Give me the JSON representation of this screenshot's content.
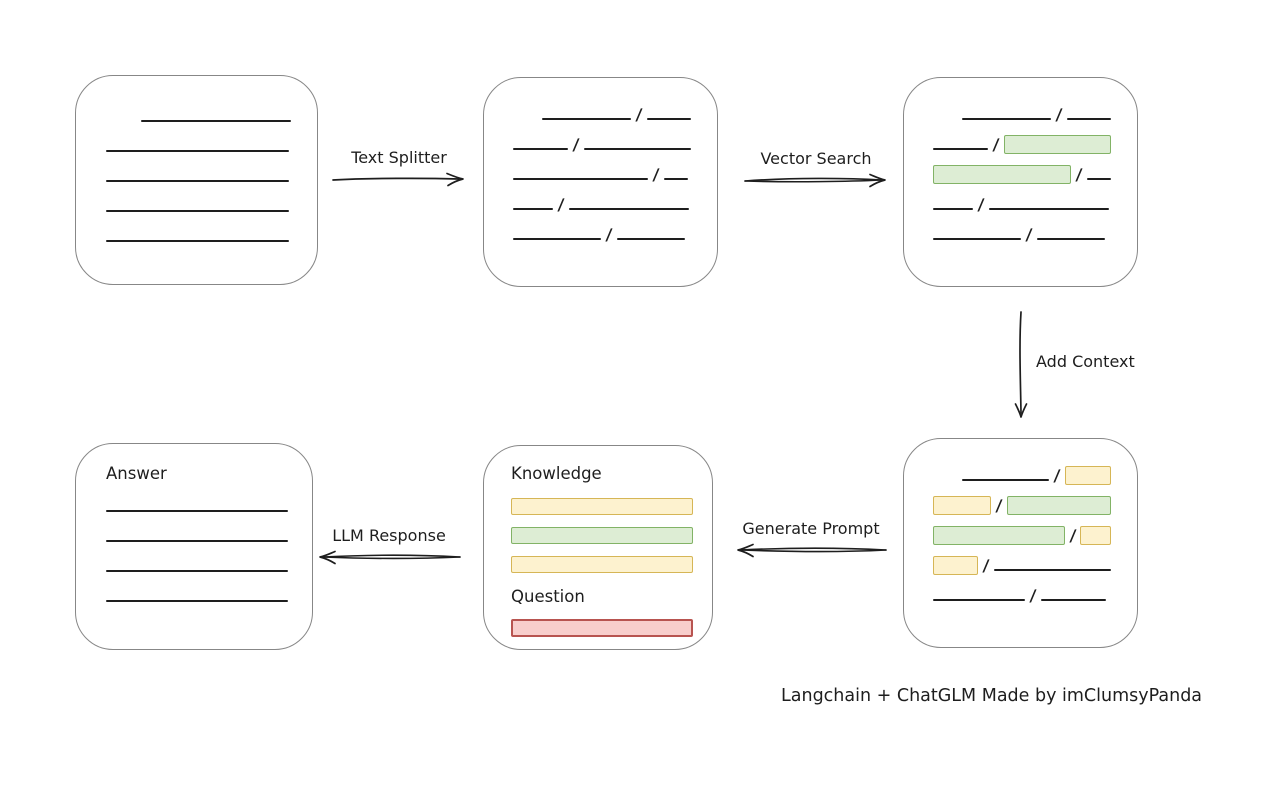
{
  "caption": "Langchain + ChatGLM Made by imClumsyPanda",
  "slash": "/",
  "colors": {
    "line": "#1e1e1e",
    "box_border": "#878787",
    "green_fill": "#ddedd4",
    "green_stroke": "#82b366",
    "yellow_fill": "#fdf2cf",
    "yellow_stroke": "#d6b656",
    "red_fill": "#f8cecc",
    "red_stroke": "#b85450"
  },
  "arrows": [
    {
      "id": "text-splitter",
      "label": "Text Splitter",
      "direction": "right"
    },
    {
      "id": "vector-search",
      "label": "Vector Search",
      "direction": "right"
    },
    {
      "id": "add-context",
      "label": "Add Context",
      "direction": "down"
    },
    {
      "id": "generate-prompt",
      "label": "Generate Prompt",
      "direction": "left"
    },
    {
      "id": "llm-response",
      "label": "LLM Response",
      "direction": "left"
    }
  ],
  "boxes": {
    "document": {
      "lines": [
        {
          "w": 150,
          "align": "right"
        },
        {
          "w": 183
        },
        {
          "w": 183
        },
        {
          "w": 183
        },
        {
          "w": 183
        }
      ]
    },
    "chunks": {
      "rows": [
        {
          "indent": 29,
          "segments": [
            {
              "kind": "line",
              "w": 90
            },
            {
              "kind": "line",
              "w": 45
            }
          ]
        },
        {
          "segments": [
            {
              "kind": "line",
              "w": 55
            },
            {
              "kind": "line",
              "w": 107
            }
          ]
        },
        {
          "segments": [
            {
              "kind": "line",
              "w": 135
            },
            {
              "kind": "line",
              "w": 24
            }
          ]
        },
        {
          "segments": [
            {
              "kind": "line",
              "w": 40
            },
            {
              "kind": "line",
              "w": 120
            }
          ]
        },
        {
          "segments": [
            {
              "kind": "line",
              "w": 88
            },
            {
              "kind": "line",
              "w": 68
            }
          ]
        }
      ]
    },
    "retrieved": {
      "rows": [
        {
          "indent": 29,
          "segments": [
            {
              "kind": "line",
              "w": 90
            },
            {
              "kind": "line",
              "w": 45
            }
          ]
        },
        {
          "segments": [
            {
              "kind": "line",
              "w": 55
            },
            {
              "kind": "bar",
              "color": "green",
              "w": 107
            }
          ]
        },
        {
          "segments": [
            {
              "kind": "bar",
              "color": "green",
              "w": 138
            },
            {
              "kind": "line",
              "w": 24
            }
          ]
        },
        {
          "segments": [
            {
              "kind": "line",
              "w": 40
            },
            {
              "kind": "line",
              "w": 120
            }
          ]
        },
        {
          "segments": [
            {
              "kind": "line",
              "w": 88
            },
            {
              "kind": "line",
              "w": 68
            }
          ]
        }
      ]
    },
    "context": {
      "rows": [
        {
          "indent": 29,
          "segments": [
            {
              "kind": "line",
              "w": 90
            },
            {
              "kind": "bar",
              "color": "yellow",
              "w": 47
            }
          ]
        },
        {
          "segments": [
            {
              "kind": "bar",
              "color": "yellow",
              "w": 60
            },
            {
              "kind": "bar",
              "color": "green",
              "w": 107
            }
          ]
        },
        {
          "segments": [
            {
              "kind": "bar",
              "color": "green",
              "w": 138
            },
            {
              "kind": "bar",
              "color": "yellow",
              "w": 32
            }
          ]
        },
        {
          "segments": [
            {
              "kind": "bar",
              "color": "yellow",
              "w": 47
            },
            {
              "kind": "line",
              "w": 122
            }
          ]
        },
        {
          "segments": [
            {
              "kind": "line",
              "w": 92
            },
            {
              "kind": "line",
              "w": 65
            }
          ]
        }
      ]
    },
    "prompt": {
      "knowledge_label": "Knowledge",
      "knowledge_bars": [
        "yellow",
        "green",
        "yellow"
      ],
      "question_label": "Question",
      "question_bars": [
        "red"
      ]
    },
    "answer": {
      "label": "Answer",
      "lines": [
        {
          "w": 182
        },
        {
          "w": 182
        },
        {
          "w": 182
        },
        {
          "w": 182
        }
      ]
    }
  }
}
